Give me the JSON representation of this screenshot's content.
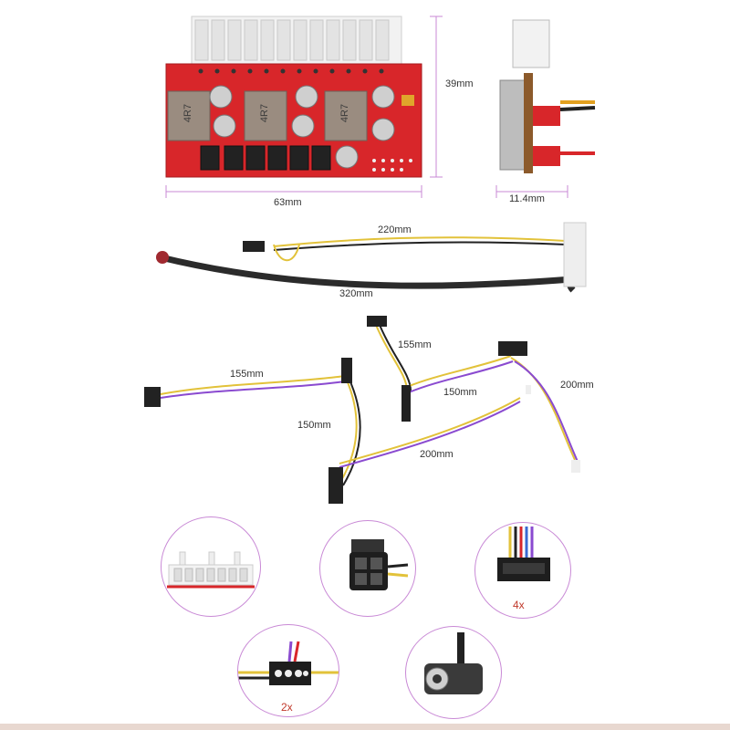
{
  "dimensions": {
    "height": "39mm",
    "width": "63mm",
    "depth": "11.4mm"
  },
  "cables": {
    "c220": "220mm",
    "c320": "320mm",
    "c155a": "155mm",
    "c155b": "155mm",
    "c150a": "150mm",
    "c150b": "150mm",
    "c200a": "200mm",
    "c200b": "200mm"
  },
  "board_marks": {
    "inductor_a": "4R7",
    "inductor_b": "4R7",
    "inductor_c": "4R7"
  },
  "connectors": [
    {
      "name": "24pin-atx",
      "qty": ""
    },
    {
      "name": "4pin-cpu",
      "qty": ""
    },
    {
      "name": "sata",
      "qty": "4x"
    },
    {
      "name": "molex",
      "qty": "2x"
    },
    {
      "name": "dc-jack",
      "qty": ""
    }
  ],
  "colors": {
    "pcb": "#d8262a",
    "sleeve": "#2b2b2b",
    "wire_yellow": "#e2c23a",
    "wire_black": "#222222",
    "circle_border": "#c98ad6",
    "qty_text": "#c0392b"
  }
}
